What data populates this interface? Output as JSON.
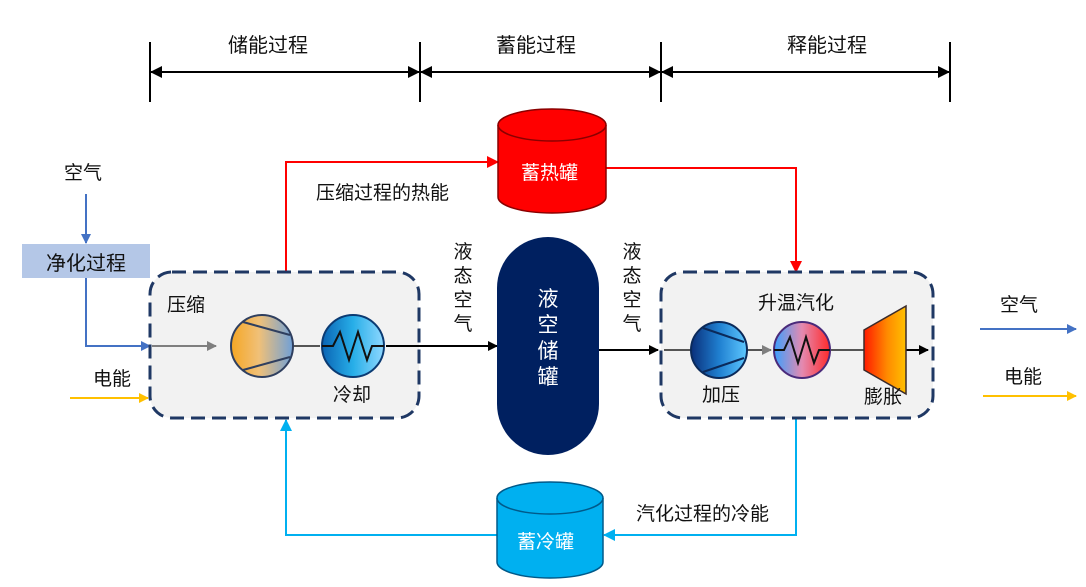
{
  "phases": {
    "charge": "储能过程",
    "store": "蓄能过程",
    "discharge": "释能过程"
  },
  "inputs": {
    "air_in": "空气",
    "purify": "净化过程",
    "power_in": "电能"
  },
  "charge_unit": {
    "compress": "压缩",
    "cool": "冷却"
  },
  "heat_recovery": "压缩过程的热能",
  "heat_tank": "蓄热罐",
  "liquid_air_left": "液态空气",
  "liquid_air_right": "液态空气",
  "storage_tank": "液空储罐",
  "discharge_unit": {
    "evaporate": "升温汽化",
    "pump": "加压",
    "expand": "膨胀"
  },
  "cold_recovery": "汽化过程的冷能",
  "cold_tank": "蓄冷罐",
  "outputs": {
    "air_out": "空气",
    "power_out": "电能"
  },
  "colors": {
    "heat": "#ff0000",
    "cold": "#00b0f0",
    "air": "#4472c4",
    "power": "#ffc000",
    "storage": "#002060",
    "unit_fill": "#f2f2f2",
    "unit_border": "#1f3864"
  }
}
